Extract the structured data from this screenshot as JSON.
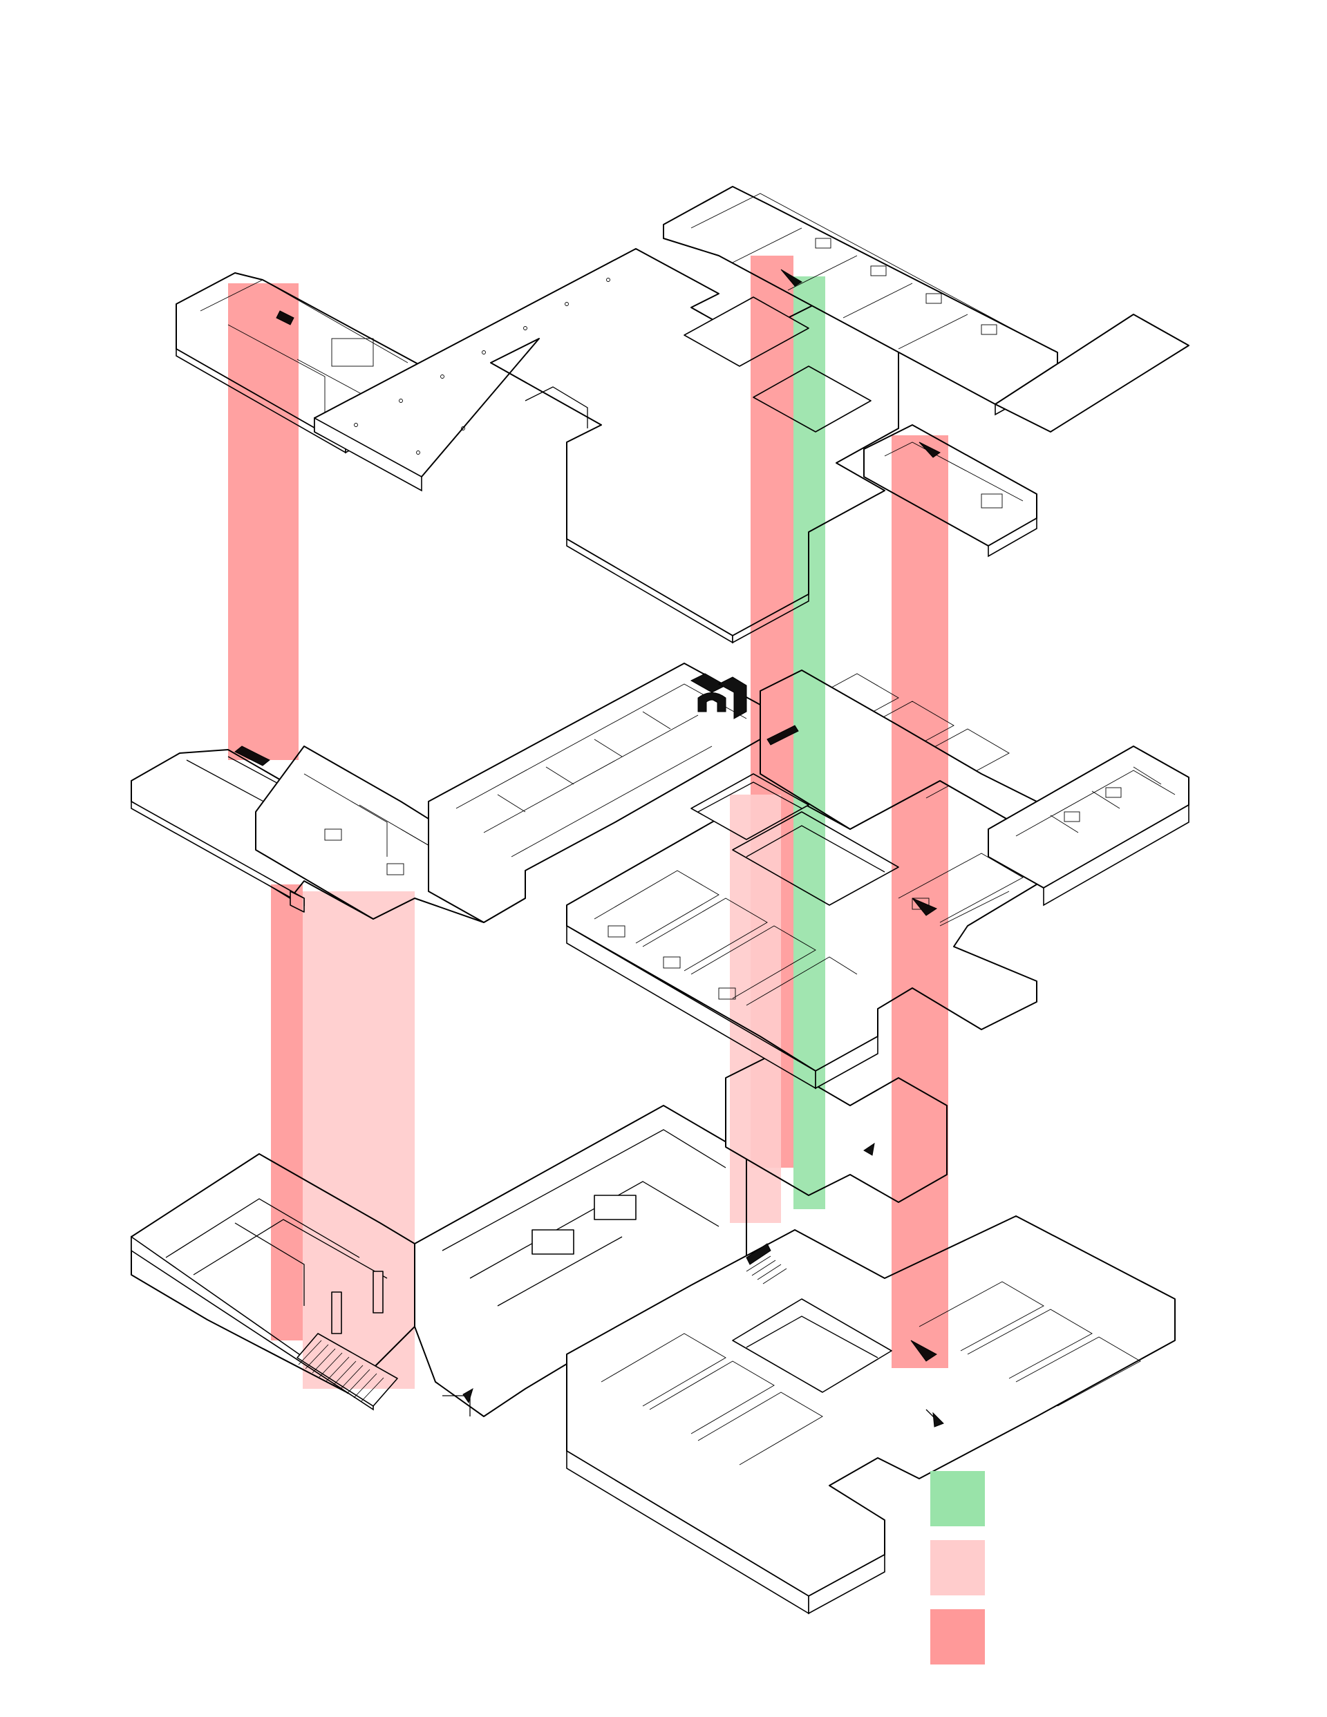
{
  "colors": {
    "green": "#99e3a9",
    "light_red": "#ffcccc",
    "red": "#ff9999"
  },
  "shafts": [
    {
      "id": "top-left-stair",
      "color": "red"
    },
    {
      "id": "center-stair",
      "color": "red"
    },
    {
      "id": "center-lift",
      "color": "green"
    },
    {
      "id": "right-stair",
      "color": "red"
    },
    {
      "id": "left-entrance-stair",
      "color": "red"
    },
    {
      "id": "left-entrance-hall",
      "color": "light_red"
    },
    {
      "id": "courtyard-atrium",
      "color": "light_red"
    }
  ],
  "legend": [
    {
      "color": "green",
      "label": ""
    },
    {
      "color": "light_red",
      "label": ""
    },
    {
      "color": "red",
      "label": ""
    }
  ]
}
